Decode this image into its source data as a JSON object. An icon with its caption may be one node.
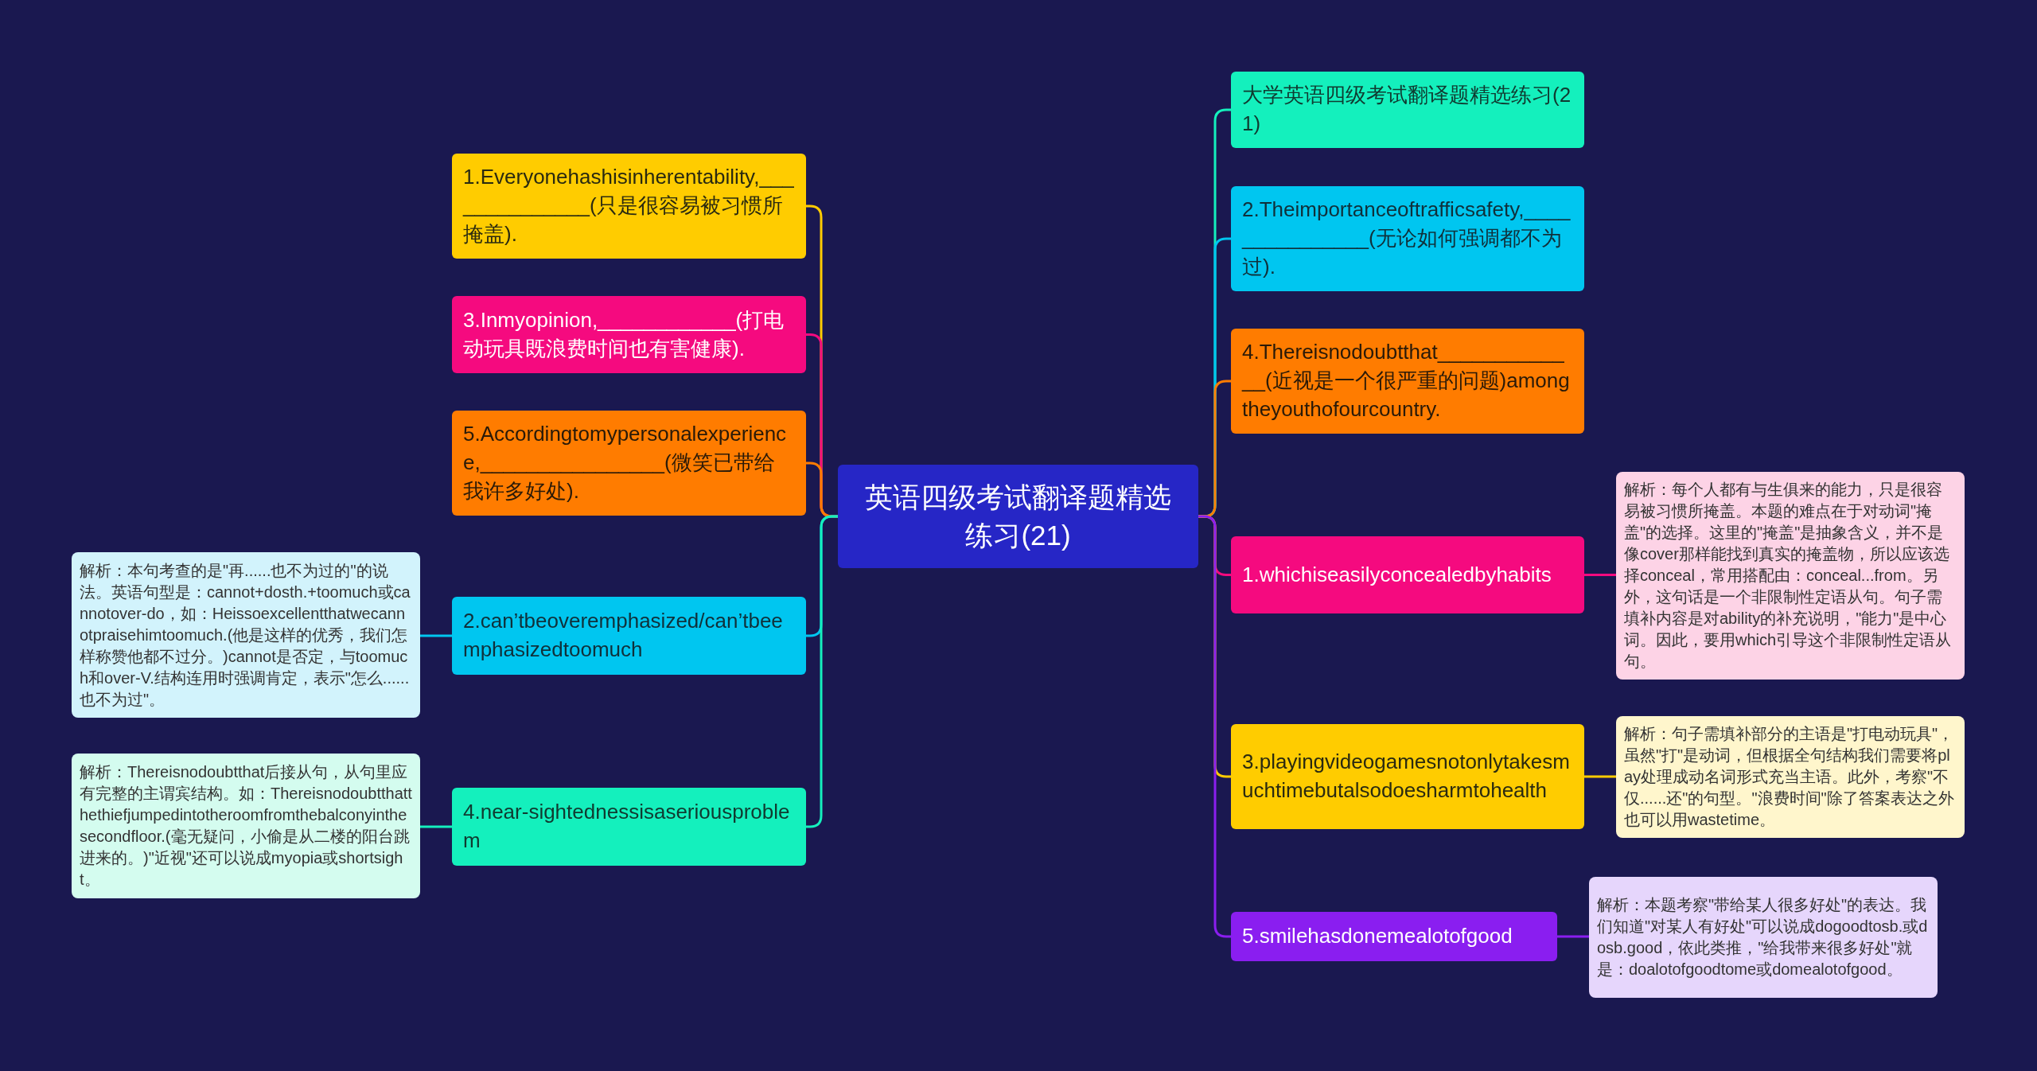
{
  "diagram": {
    "nodes": [
      {
        "text": [
          "英语四级考试翻译题精选练习(21)"
        ]
      },
      {
        "text": [
          "1.Everyonehashisinherentability,______________(只是很容易被习惯所掩盖)."
        ]
      },
      {
        "text": [
          "3.Inmyopinion,____________(打电动玩具既浪费时间也有害健康)."
        ]
      },
      {
        "text": [
          "5.Accordingtomypersonalexperience,________________(微笑已带给我许多好处)."
        ]
      },
      {
        "text": [
          "2.can’tbeoveremphasized/can’tbeemphasizedtoomuch"
        ]
      },
      {
        "text": [
          "解析：本句考查的是\"再......也不为过的\"的说法。英语句型是：cannot+dosth.+toomuch或cannotover-do，如：Heissoexcellentthatwecannotpraisehimtoomuch.(他是这样的优秀，我们怎样称赞他都不过分。)cannot是否定，与toomuch和over-V.结构连用时强调肯定，表示\"怎么......也不为过\"。"
        ]
      },
      {
        "text": [
          "4.near-sightednessisaseriousproblem"
        ]
      },
      {
        "text": [
          "解析：Thereisnodoubtthat后接从句，从句里应有完整的主谓宾结构。如：Thereisnodoubtthatthethiefjumpedintotheroomfromthebalconyinthesecondfloor.(毫无疑问，小偷是从二楼的阳台跳进来的。)\"近视\"还可以说成myopia或shortsight。"
        ]
      },
      {
        "text": [
          "大学英语四级考试翻译题精选练习(21)"
        ]
      },
      {
        "text": [
          "2.Theimportanceoftrafficsafety,_______________(无论如何强调都不为过)."
        ]
      },
      {
        "text": [
          "4.Thereisnodoubtthat_____________(近视是一个很严重的问题)amongtheyouthofourcountry."
        ]
      },
      {
        "text": [
          "1.whichiseasilyconcealedbyhabits"
        ]
      },
      {
        "text": [
          "解析：每个人都有与生俱来的能力，只是很容易被习惯所掩盖。本题的难点在于对动词\"掩盖\"的选择。这里的\"掩盖\"是抽象含义，并不是像cover那样能找到真实的掩盖物，所以应该选择conceal，常用搭配由：conceal...from。另外，这句话是一个非限制性定语从句。句子需填补内容是对ability的补充说明，\"能力\"是中心词。因此，要用which引导这个非限制性定语从句。"
        ]
      },
      {
        "text": [
          "3.playingvideogamesnotonlytakesmuchtimebutalsodoesharmtohealth"
        ]
      },
      {
        "text": [
          "解析：句子需填补部分的主语是\"打电动玩具\"，虽然\"打\"是动词，但根据全句结构我们需要将play处理成动名词形式充当主语。此外，考察\"不仅......还\"的句型。\"浪费时间\"除了答案表达之外也可以用wastetime。"
        ]
      },
      {
        "text": [
          "5.smilehasdonemealotofgood"
        ]
      },
      {
        "text": [
          "解析：本题考察\"带给某人很多好处\"的表达。我们知道\"对某人有好处\"可以说成dogoodtosb.或dosb.good，依此类推，\"给我带来很多好处\"就是：doalotofgoodtome或domealotofgood。"
        ]
      }
    ],
    "edges": [
      {
        "from": 0,
        "to": 1,
        "arrow": "none",
        "color": "#ffcc00"
      },
      {
        "from": 0,
        "to": 2,
        "arrow": "none",
        "color": "#f50a7f"
      },
      {
        "from": 0,
        "to": 3,
        "arrow": "none",
        "color": "#ff7c00"
      },
      {
        "from": 0,
        "to": 4,
        "arrow": "none",
        "color": "#00c6f0"
      },
      {
        "from": 4,
        "to": 5,
        "arrow": "none",
        "color": "#00c6f0"
      },
      {
        "from": 0,
        "to": 6,
        "arrow": "none",
        "color": "#14f0bd"
      },
      {
        "from": 6,
        "to": 7,
        "arrow": "none",
        "color": "#14f0bd"
      },
      {
        "from": 0,
        "to": 8,
        "arrow": "none",
        "color": "#14f0bd"
      },
      {
        "from": 0,
        "to": 9,
        "arrow": "none",
        "color": "#00c6f0"
      },
      {
        "from": 0,
        "to": 10,
        "arrow": "none",
        "color": "#ff7c00"
      },
      {
        "from": 0,
        "to": 11,
        "arrow": "none",
        "color": "#f50a7f"
      },
      {
        "from": 11,
        "to": 12,
        "arrow": "none",
        "color": "#f50a7f"
      },
      {
        "from": 0,
        "to": 13,
        "arrow": "none",
        "color": "#ffcc00"
      },
      {
        "from": 13,
        "to": 14,
        "arrow": "none",
        "color": "#ffcc00"
      },
      {
        "from": 0,
        "to": 15,
        "arrow": "none",
        "color": "#8a1ef0"
      },
      {
        "from": 15,
        "to": 16,
        "arrow": "none",
        "color": "#8a1ef0"
      }
    ]
  }
}
